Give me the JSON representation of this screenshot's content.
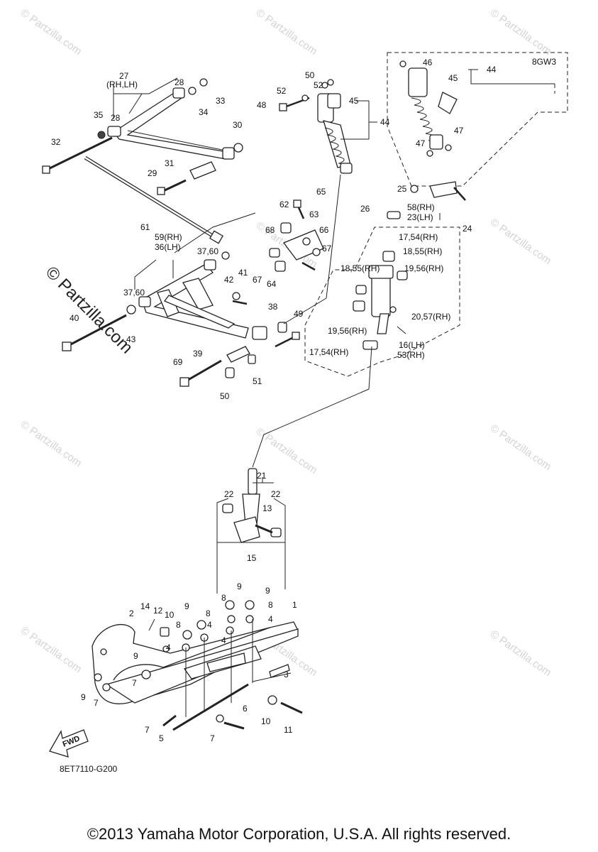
{
  "diagram": {
    "code": "8ET7110-G200",
    "variant_code": "8GW3",
    "fwd_label": "FWD",
    "side_brand": "© Partzilla.com",
    "watermark": "© Partzilla.com",
    "copyright": "©2013 Yamaha Motor Corporation, U.S.A. All rights reserved."
  },
  "callouts": {
    "c1": "1",
    "c2": "2",
    "c3": "3",
    "c4a": "4",
    "c4b": "4",
    "c4c": "4",
    "c4d": "4",
    "c5": "5",
    "c6": "6",
    "c7a": "7",
    "c7b": "7",
    "c7c": "7",
    "c7d": "7",
    "c8a": "8",
    "c8b": "8",
    "c8c": "8",
    "c8d": "8",
    "c9a": "9",
    "c9b": "9",
    "c9c": "9",
    "c9d": "9",
    "c9e": "9",
    "c10a": "10",
    "c10b": "10",
    "c11": "11",
    "c12": "12",
    "c13": "13",
    "c14": "14",
    "c15": "15",
    "c16": "16(LH)",
    "c53": "53(RH)",
    "c17a": "17,54(RH)",
    "c17b": "17,54(RH)",
    "c18a": "18,55(RH)",
    "c18b": "18,55(RH)",
    "c19a": "19,56(RH)",
    "c19b": "19,56(RH)",
    "c20": "20,57(RH)",
    "c21": "21",
    "c22a": "22",
    "c22b": "22",
    "c23": "23(LH)",
    "c58": "58(RH)",
    "c24": "24",
    "c25": "25",
    "c26": "26",
    "c27": "27",
    "c27sub": "(RH,LH)",
    "c28a": "28",
    "c28b": "28",
    "c29": "29",
    "c30": "30",
    "c31": "31",
    "c32": "32",
    "c33": "33",
    "c34": "34",
    "c35": "35",
    "c59": "59(RH)",
    "c36": "36(LH)",
    "c37a": "37,60",
    "c37b": "37,60",
    "c38": "38",
    "c39": "39",
    "c40": "40",
    "c41": "41",
    "c42": "42",
    "c43": "43",
    "c44a": "44",
    "c44b": "44",
    "c45a": "45",
    "c45b": "45",
    "c46": "46",
    "c47a": "47",
    "c47b": "47",
    "c48": "48",
    "c49": "49",
    "c50a": "50",
    "c50b": "50",
    "c51": "51",
    "c52a": "52",
    "c52b": "52",
    "c61": "61",
    "c62": "62",
    "c63": "63",
    "c64": "64",
    "c65": "65",
    "c66": "66",
    "c67a": "67",
    "c67b": "67",
    "c68": "68",
    "c69": "69"
  }
}
